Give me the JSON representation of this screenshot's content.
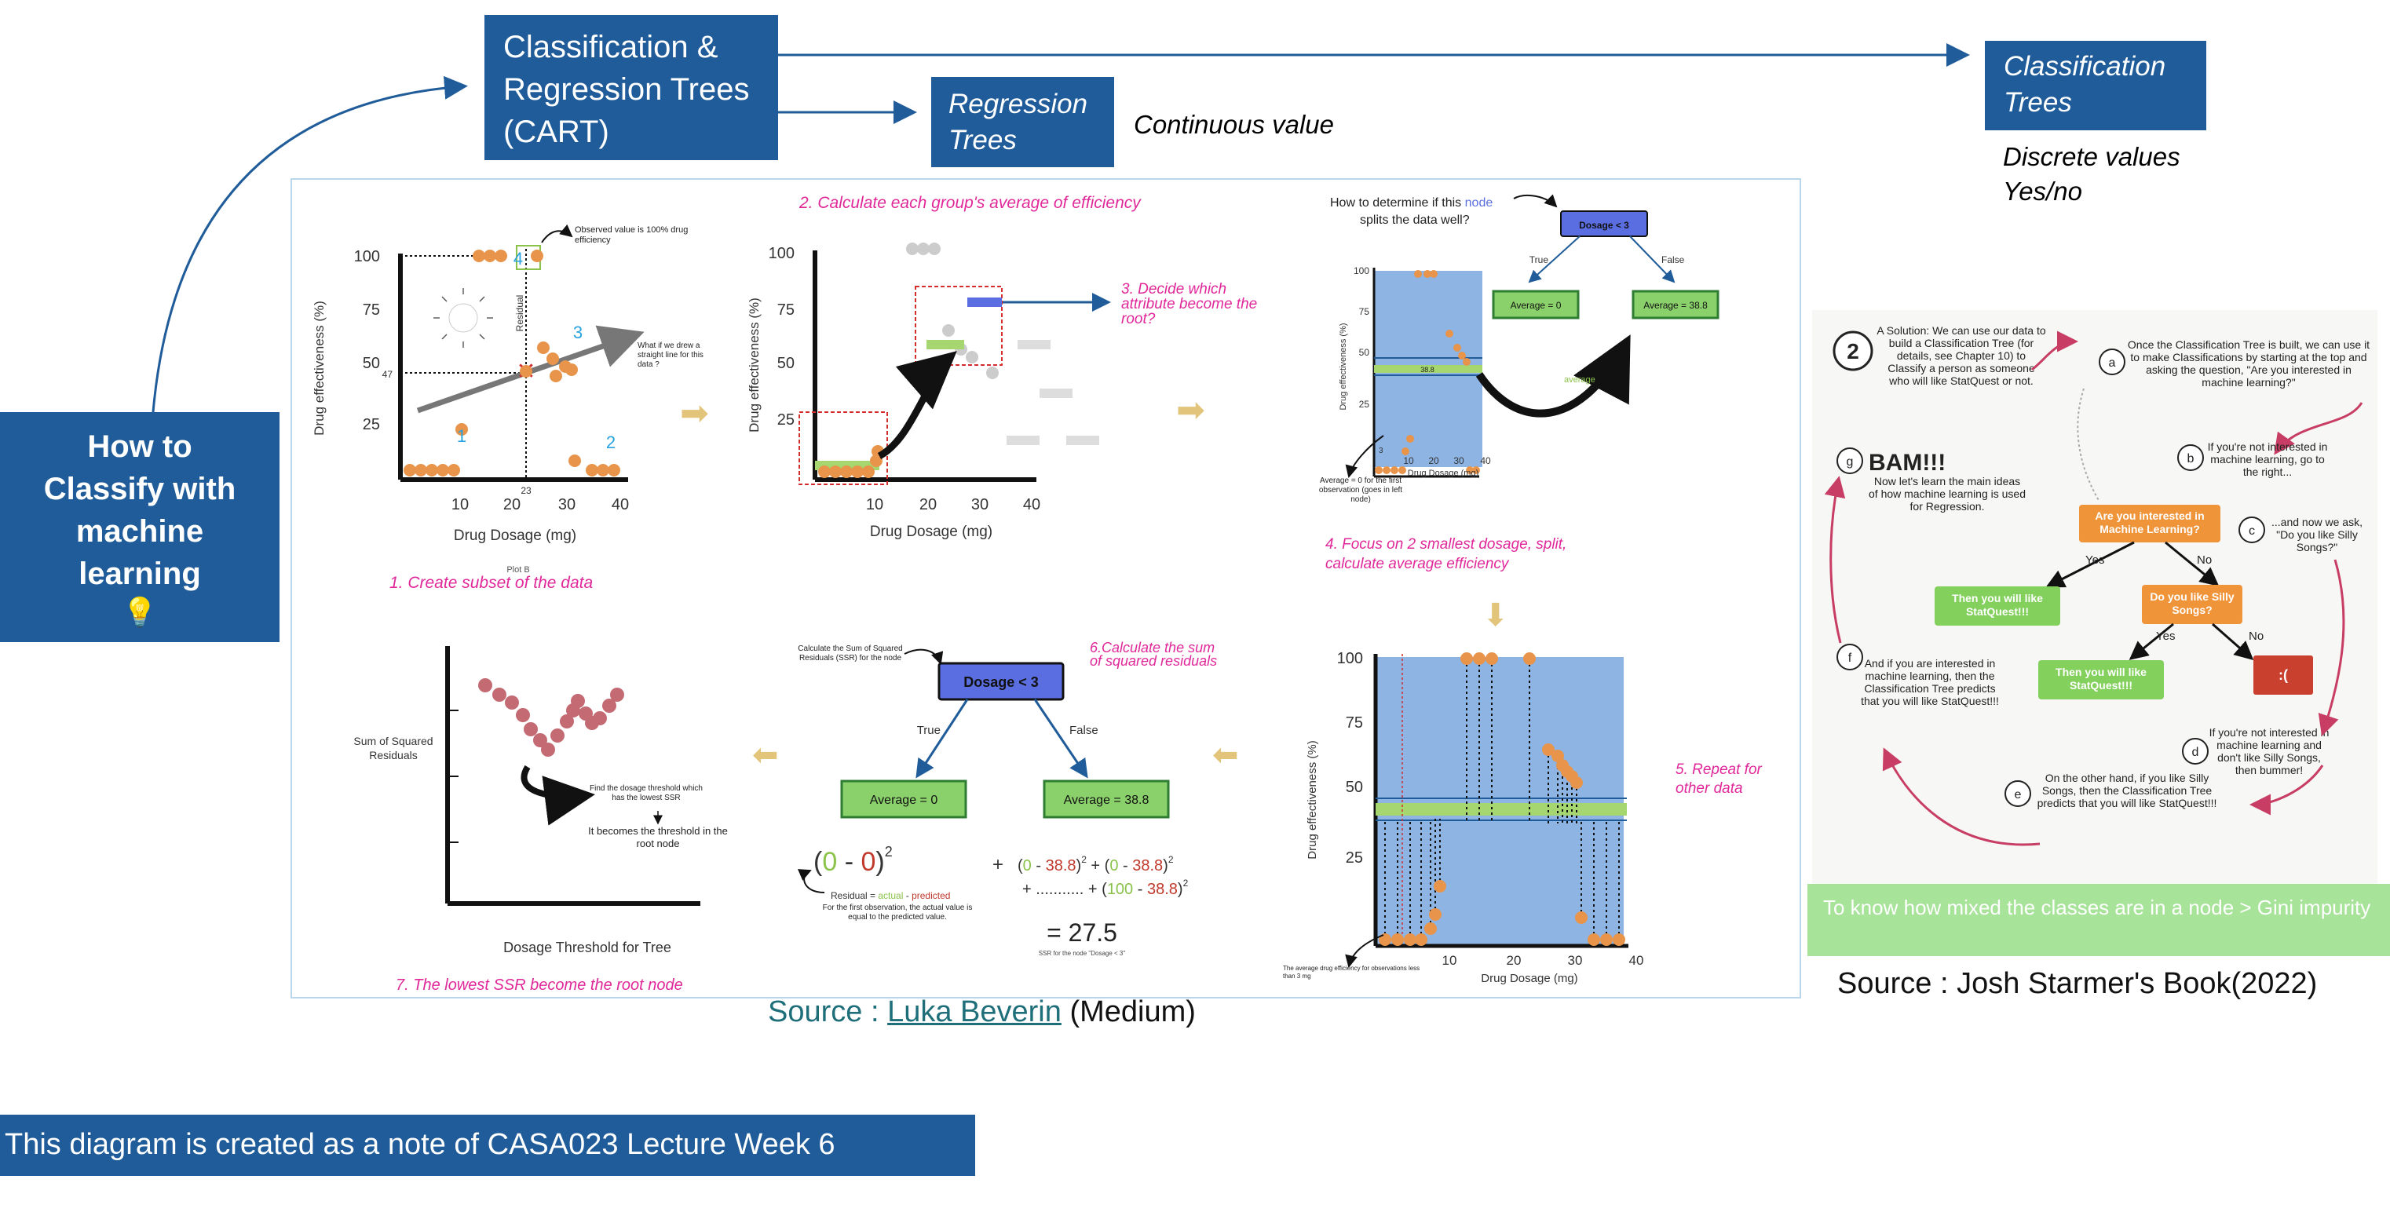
{
  "side_box": {
    "text": "How to Classify with machine learning",
    "emoji": "💡"
  },
  "cart_box": {
    "line1": "Classification &",
    "line2": "Regression Trees",
    "line3": "(CART)"
  },
  "regression_box": {
    "line1": "Regression",
    "line2": "Trees"
  },
  "continuous_label": "Continuous value",
  "classification_box": {
    "line1": "Classification",
    "line2": "Trees"
  },
  "discrete_label": {
    "line1": "Discrete values",
    "line2": "Yes/no"
  },
  "steps": {
    "s1": "1. Create subset of the data",
    "s2": "2. Calculate each group's average of efficiency",
    "s3": "3. Decide which attribute become the root?",
    "s4": "4. Focus on 2 smallest dosage, split, calculate average efficiency",
    "s5": "5. Repeat for other data",
    "s6": "6.Calculate the sum of squared residuals",
    "s7": "7. The lowest SSR  become the root node"
  },
  "plot1": {
    "ylabel": "Drug effectiveness (%)",
    "xlabel": "Drug Dosage (mg)",
    "yticks": [
      "100",
      "75",
      "50",
      "25"
    ],
    "xticks": [
      "10",
      "20",
      "30",
      "40"
    ],
    "annot_observed": "Observed value is 100% drug efficiency",
    "annot_line": "What if we drew a straight line for this data ?",
    "residual_label": "Residual",
    "cluster_nums": [
      "1",
      "2",
      "3",
      "4"
    ],
    "y47": "47",
    "x23": "23",
    "plot_b": "Plot B"
  },
  "plot2": {
    "ylabel": "Drug effectiveness (%)",
    "xlabel": "Drug Dosage (mg)",
    "yticks": [
      "100",
      "75",
      "50",
      "25"
    ],
    "xticks": [
      "10",
      "20",
      "30",
      "40"
    ]
  },
  "plot3": {
    "question_a": "How to determine if this",
    "question_node": "node",
    "question_b": "splits the data well?",
    "node": "Dosage < 3",
    "true": "True",
    "false": "False",
    "leaf_left": "Average = 0",
    "leaf_right": "Average = 38.8",
    "avg_line": "38.8",
    "average_word": "average",
    "yticks": [
      "100",
      "75",
      "50",
      "25"
    ],
    "xticks": [
      "10",
      "20",
      "30",
      "40"
    ],
    "ylabel": "Drug effectiveness (%)",
    "xlabel": "Drug Dosage (mg)",
    "note": "Average = 0 for the first observation (goes in left node)",
    "x3": "3"
  },
  "plot5": {
    "ylabel": "Drug effectiveness (%)",
    "xlabel": "Drug Dosage (mg)",
    "yticks": [
      "100",
      "75",
      "50",
      "25"
    ],
    "xticks": [
      "10",
      "20",
      "30",
      "40"
    ],
    "note": "The average drug efficiency for observations less than 3 mg"
  },
  "ssr_panel": {
    "intro": "Calculate the Sum of Squared Residuals (SSR) for the node",
    "node": "Dosage < 3",
    "true": "True",
    "false": "False",
    "leaf_left": "Average = 0",
    "leaf_right": "Average = 38.8",
    "residual_note": "Residual = actual - predicted",
    "first_obs": "For the first observation, the actual value is equal to the predicted value.",
    "result": "= 27.5",
    "result_caption": "SSR for the node \"Dosage < 3\""
  },
  "plot7": {
    "ylabel": "Sum of Squared Residuals",
    "xlabel": "Dosage Threshold for Tree",
    "annot1": "Find the dosage threshold which has the lowest SSR",
    "annot2": "It becomes the threshold in the root node"
  },
  "book": {
    "num": "2",
    "solution": "A Solution: We can use our data to build a Classification Tree (for details, see Chapter 10) to Classify a person as someone who will like StatQuest or not.",
    "a": "Once the Classification Tree is built, we can use it to make Classifications by starting at the top and asking the question, \"Are you interested in machine learning?\"",
    "b": "If you're not interested in machine learning, go to the right...",
    "c": "...and now we ask, \"Do you like Silly Songs?\"",
    "d": "If you're not interested in machine learning and don't like Silly Songs, then bummer!",
    "e": "On the other hand, if you like Silly Songs, then the Classification Tree predicts that you will like StatQuest!!!",
    "f": "And if you are interested in machine learning, then the Classification Tree predicts that you will like StatQuest!!!",
    "g_title": "BAM!!!",
    "g": "Now let's learn the main ideas of how machine learning is used for Regression.",
    "q1": "Are you interested in Machine Learning?",
    "q2": "Do you like Silly Songs?",
    "leaf1": "Then you will like StatQuest!!!",
    "leaf2": "Then you will like StatQuest!!!",
    "leaf3": ":(",
    "yes": "Yes",
    "no": "No",
    "letters": [
      "a",
      "b",
      "c",
      "d",
      "e",
      "f",
      "g"
    ]
  },
  "gini_note": "To know how mixed the classes are in a node > Gini impurity",
  "source_left": {
    "prefix": "Source : ",
    "link": "Luka Beverin",
    "suffix": " (Medium)"
  },
  "source_right": "Source : Josh Starmer's Book(2022)",
  "footer": "This diagram is created as a note of CASA023 Lecture Week 6"
}
